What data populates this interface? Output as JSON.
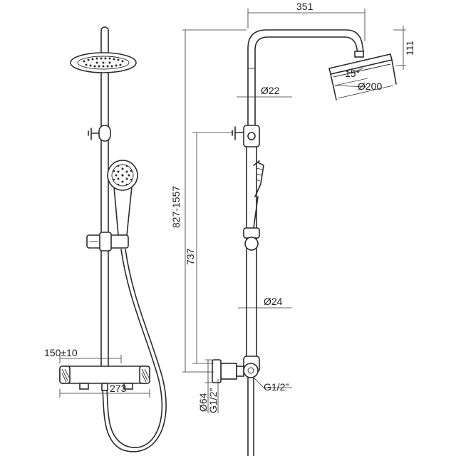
{
  "dimensions": {
    "width_351": "351",
    "height_111": "111",
    "angle_15": "15°",
    "diameter_head": "Ø200",
    "diameter_pipe_upper": "Ø22",
    "diameter_pipe_lower": "Ø24",
    "height_range": "827-1557",
    "height_737": "737",
    "spacing_150": "150±10",
    "width_273": "273",
    "diameter_64": "Ø64",
    "thread_left": "G1/2\"",
    "thread_right": "G1/2\""
  },
  "colors": {
    "line": "#2b2b2b",
    "background": "#ffffff"
  }
}
